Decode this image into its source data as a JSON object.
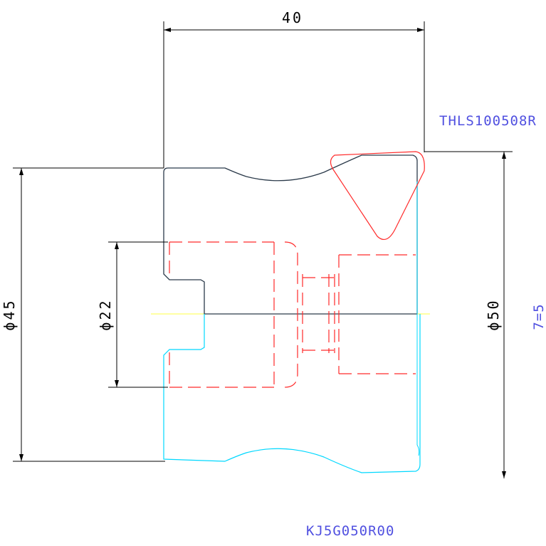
{
  "dimensions": {
    "width_top": "40",
    "dia_outer_left": "ϕ45",
    "dia_bore": "ϕ22",
    "dia_right": "ϕ50"
  },
  "labels": {
    "tool_top": "THLS100508R",
    "tool_bottom": "KJ5G050R00",
    "side_note": "7=5"
  },
  "colors": {
    "outline": "#2b3a4a",
    "lower_outline": "#00d8ff",
    "hidden_lines": "#ff2a2a",
    "center_line": "#ffff44",
    "dimension": "#000000",
    "tool_text": "#5050e0"
  }
}
